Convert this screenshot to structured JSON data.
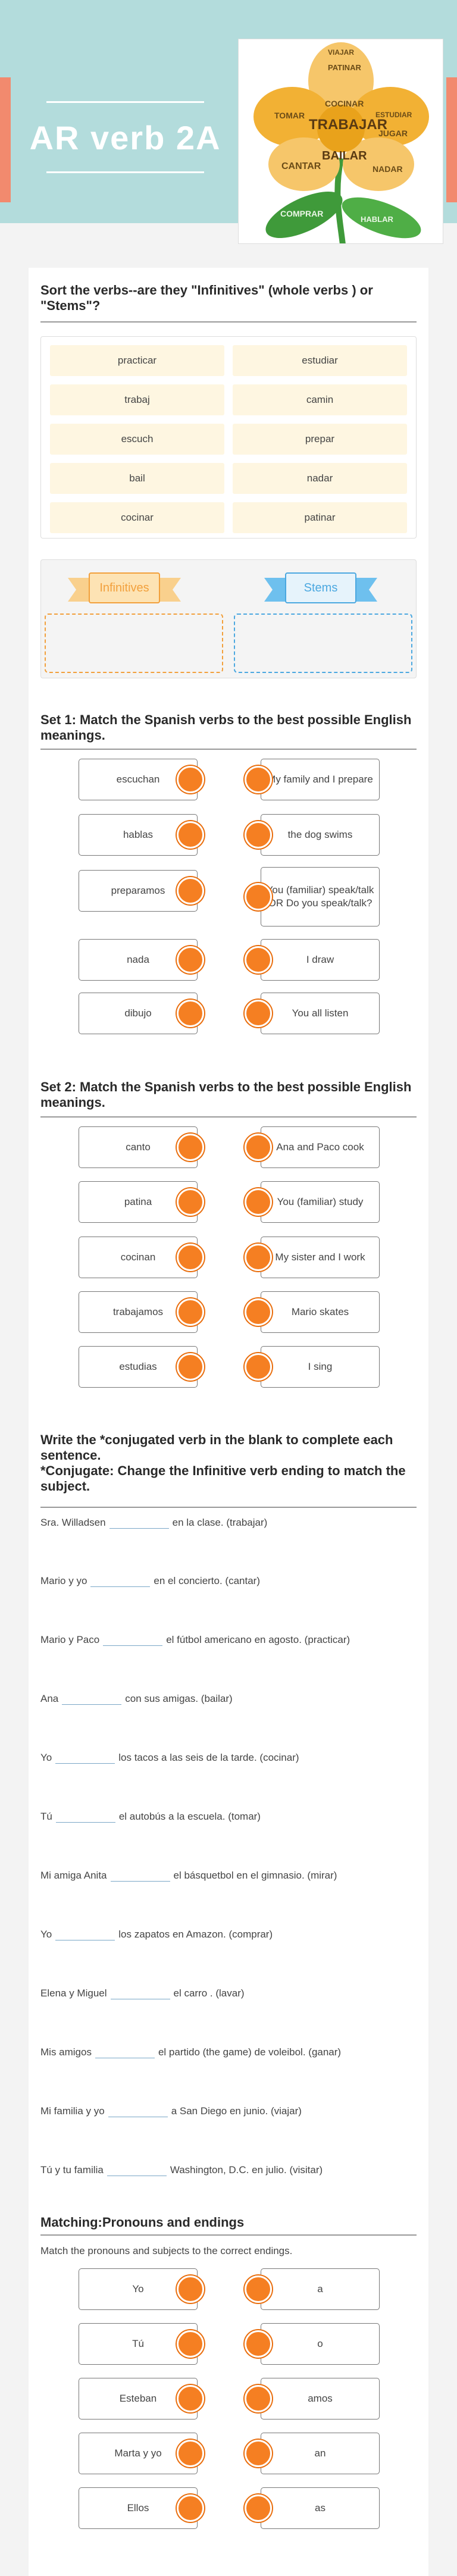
{
  "header": {
    "title": "AR verb 2A",
    "cover_words": [
      "TRABAJAR",
      "COCINAR",
      "TOMAR",
      "CANTAR",
      "BAILAR",
      "ESTUDIAR",
      "JUGAR",
      "NADAR",
      "PATINAR",
      "COMPRAR",
      "HABLAR",
      "VIAJAR"
    ],
    "colors": {
      "banner": "#b3dcdc",
      "side_bars": "#f28a6e",
      "flower_petals": "#f2b134",
      "leaves": "#3f9a3a"
    }
  },
  "sort": {
    "title": "Sort the verbs--are they  \"Infinitives\" (whole verbs ) or \"Stems\"?",
    "chips": [
      [
        "practicar",
        "estudiar"
      ],
      [
        "trabaj",
        "camin"
      ],
      [
        "escuch",
        "prepar"
      ],
      [
        "bail",
        "nadar"
      ],
      [
        "cocinar",
        "patinar"
      ]
    ],
    "categories": [
      {
        "label": "Infinitives",
        "color": "#f2a03c"
      },
      {
        "label": "Stems",
        "color": "#4ba8e0"
      }
    ]
  },
  "set1": {
    "title": "Set 1: Match the Spanish verbs to the best possible English meanings.",
    "left": [
      "escuchan",
      "hablas",
      "preparamos",
      "nada",
      "dibujo"
    ],
    "right": [
      "My family and I prepare",
      "the dog swims",
      "You (familiar) speak/talk OR Do you speak/talk?",
      "I draw",
      "You all listen"
    ]
  },
  "set2": {
    "title": "Set 2:  Match the Spanish verbs to the best possible English meanings.",
    "left": [
      "canto",
      "patina",
      "cocinan",
      "trabajamos",
      "estudias"
    ],
    "right": [
      "Ana and Paco cook",
      "You (familiar) study",
      "My sister and I work",
      "Mario skates",
      "I sing"
    ]
  },
  "conjugate": {
    "title": "Write the *conjugated verb in the blank to complete each sentence.\n*Conjugate:  Change the Infinitive verb ending to match the subject.",
    "sentences": [
      {
        "before": "Sra. Willadsen",
        "after": "en la clase. (trabajar)"
      },
      {
        "before": "Mario y yo",
        "after": "en el concierto. (cantar)"
      },
      {
        "before": "Mario y Paco",
        "after": "el fútbol americano en agosto. (practicar)"
      },
      {
        "before": "Ana",
        "after": "con sus amigas. (bailar)"
      },
      {
        "before": "Yo",
        "after": "los tacos a las seis de la tarde. (cocinar)"
      },
      {
        "before": "Tú",
        "after": "el autobús a la escuela. (tomar)"
      },
      {
        "before": "Mi amiga Anita",
        "after": "el básquetbol en el gimnasio. (mirar)"
      },
      {
        "before": "Yo",
        "after": "los zapatos en Amazon. (comprar)"
      },
      {
        "before": "Elena y Miguel",
        "after": "el carro . (lavar)"
      },
      {
        "before": "Mis amigos",
        "after": "el partido (the game) de voleibol. (ganar)"
      },
      {
        "before": "Mi familia y yo",
        "after": "a San Diego en junio. (viajar)"
      },
      {
        "before": "Tú y tu familia",
        "after": "Washington, D.C. en julio. (visitar)"
      }
    ]
  },
  "pronouns": {
    "title": "Matching:Pronouns and endings",
    "desc": "Match the pronouns and subjects to the correct endings.",
    "left": [
      "Yo",
      "Tú",
      "Esteban",
      "Marta y yo",
      "Ellos"
    ],
    "right": [
      "a",
      "o",
      "amos",
      "an",
      "as"
    ]
  }
}
